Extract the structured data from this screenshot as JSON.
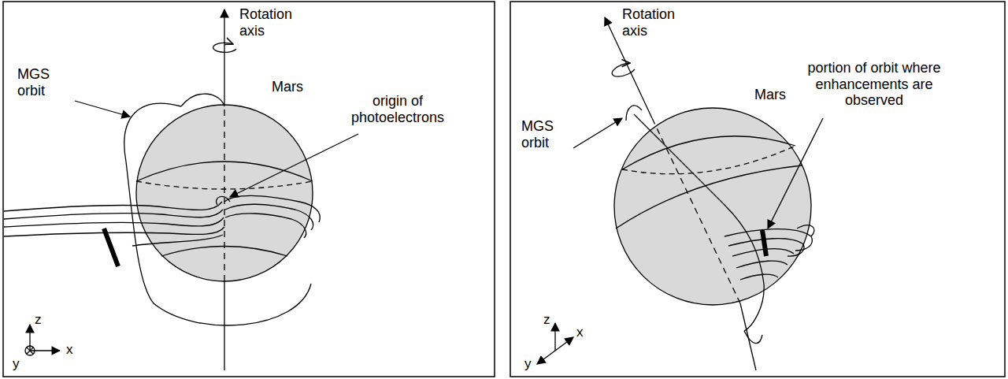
{
  "diagram": {
    "labels": [
      "Rotation axis",
      "Mars",
      "MGS orbit",
      "origin of photoelectrons",
      "z",
      "y",
      "x",
      "Rotation axis",
      "Mars",
      "MGS orbit",
      "portion of orbit where enhancements are observed",
      "z",
      "x",
      "y"
    ]
  }
}
